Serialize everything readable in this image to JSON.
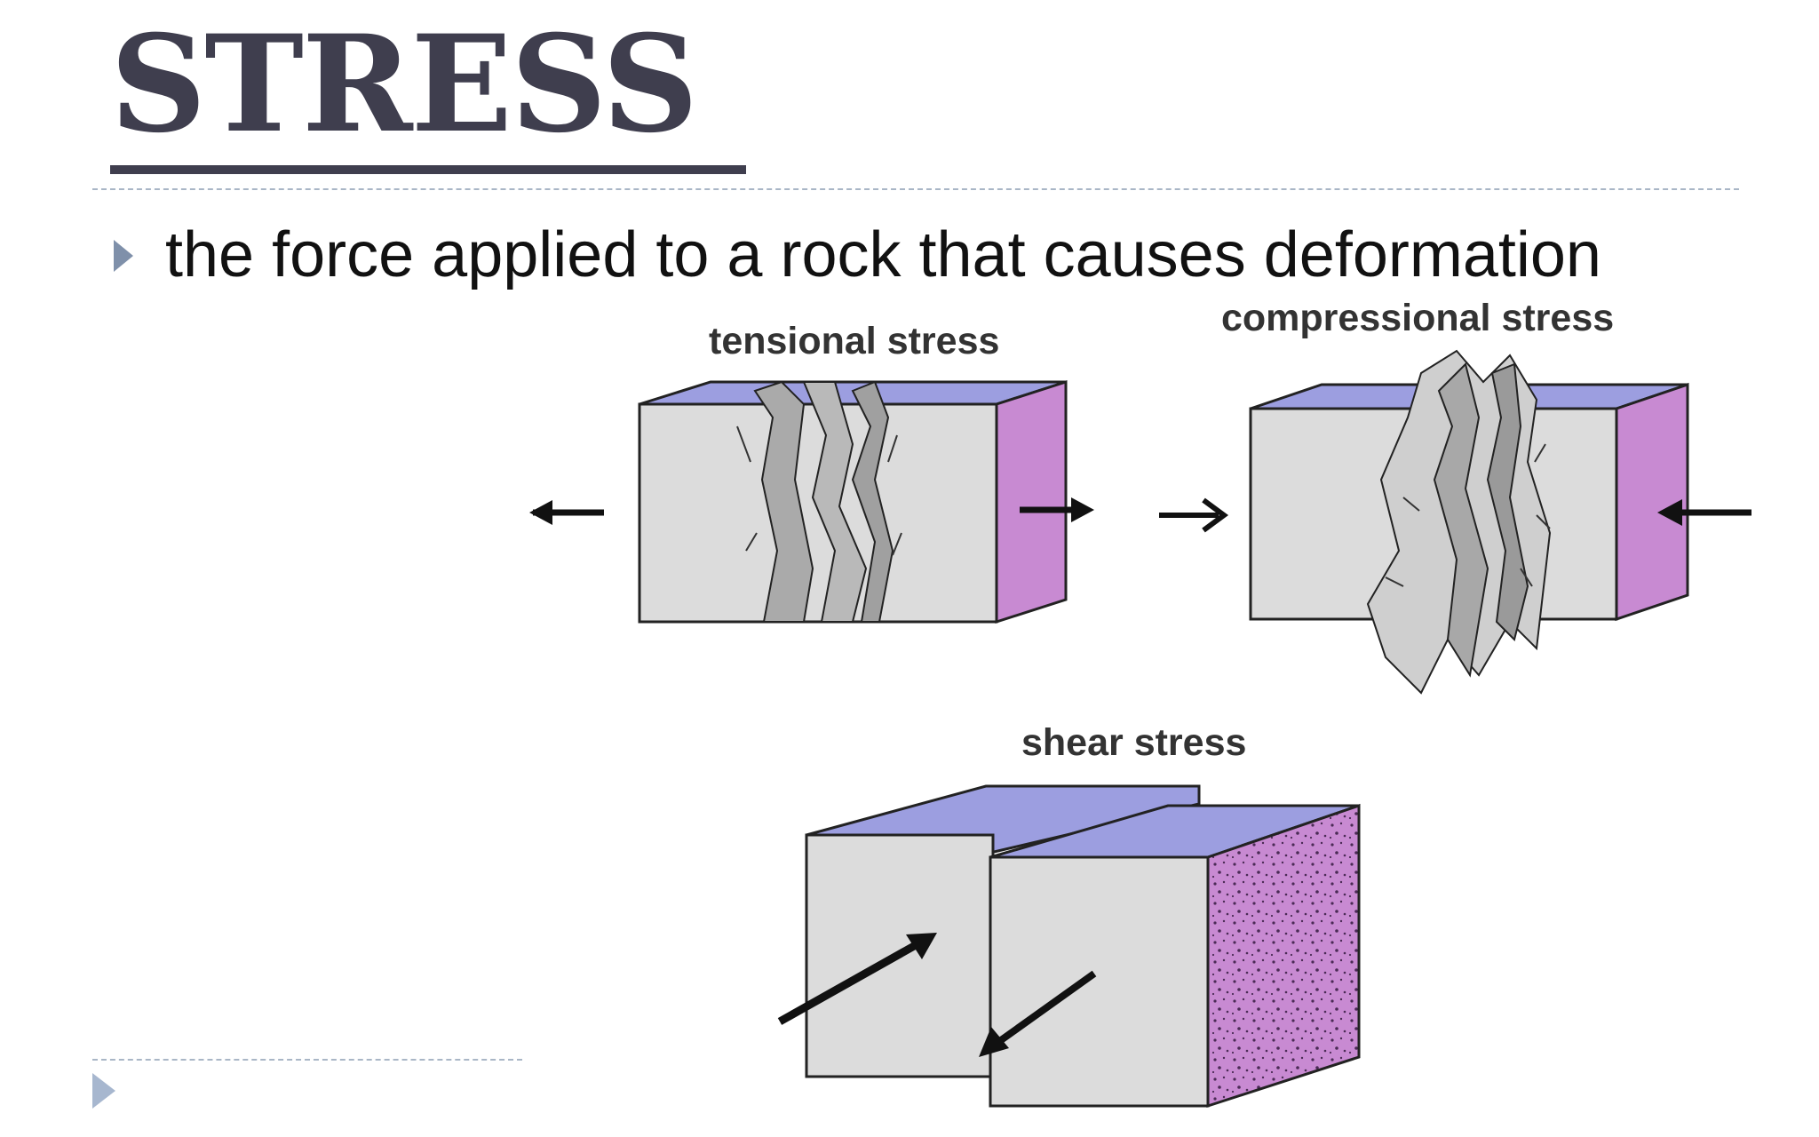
{
  "slide": {
    "title": "STRESS",
    "bullet": "the force applied to a rock that causes deformation"
  },
  "diagram": {
    "tensional_label": "tensional stress",
    "compressional_label": "compressional stress",
    "shear_label": "shear stress"
  },
  "colors": {
    "title": "#3f3e4e",
    "block_front": "#dcdcdc",
    "block_top": "#9c9ee0",
    "block_side": "#c88ad2",
    "bullet": "#7f90aa"
  }
}
